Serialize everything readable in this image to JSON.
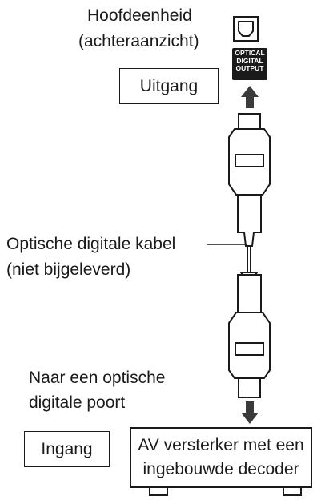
{
  "main_unit": {
    "title_line1": "Hoofdeenheid",
    "title_line2": "(achteraanzicht)",
    "port_badge": [
      "OPTICAL",
      "DIGITAL",
      "OUTPUT"
    ],
    "output_label": "Uitgang"
  },
  "cable": {
    "label_line1": "Optische digitale kabel",
    "label_line2": "(niet bijgeleverd)"
  },
  "destination": {
    "note_line1": "Naar een optische",
    "note_line2": "digitale poort",
    "input_label": "Ingang",
    "device_line1": "AV versterker met een",
    "device_line2": "ingebouwde decoder"
  },
  "icons": [
    "optical-port-icon",
    "arrow-up-icon",
    "arrow-down-icon",
    "plug-top-icon",
    "plug-bottom-icon"
  ]
}
